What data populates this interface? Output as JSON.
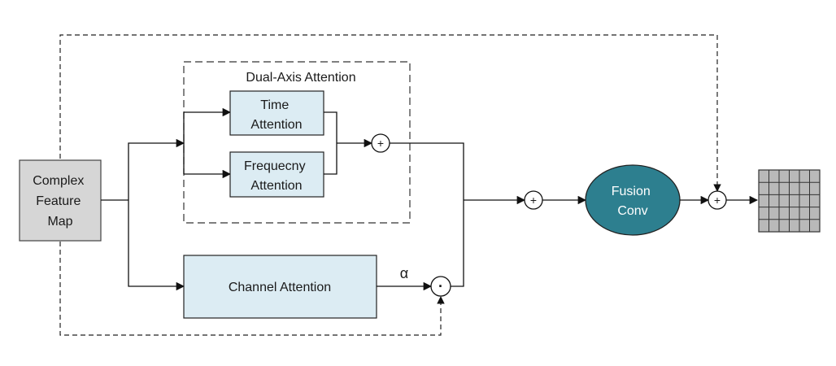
{
  "group": {
    "title": "Dual-Axis Attention"
  },
  "input": {
    "lines": [
      "Complex",
      "Feature",
      "Map"
    ]
  },
  "time_attention": {
    "lines": [
      "Time",
      "Attention"
    ]
  },
  "freq_attention": {
    "lines": [
      "Frequecny",
      "Attention"
    ]
  },
  "channel_attention": {
    "label": "Channel Attention"
  },
  "fusion": {
    "lines": [
      "Fusion",
      "Conv"
    ]
  },
  "alpha": {
    "label": "α"
  },
  "ops": {
    "add": "+",
    "mul": "·"
  },
  "colors": {
    "fusion_fill": "#2d7f8f",
    "block_fill": "#dcecf3",
    "input_fill": "#d6d6d6",
    "output_grid_fill": "#b9b9b9"
  }
}
